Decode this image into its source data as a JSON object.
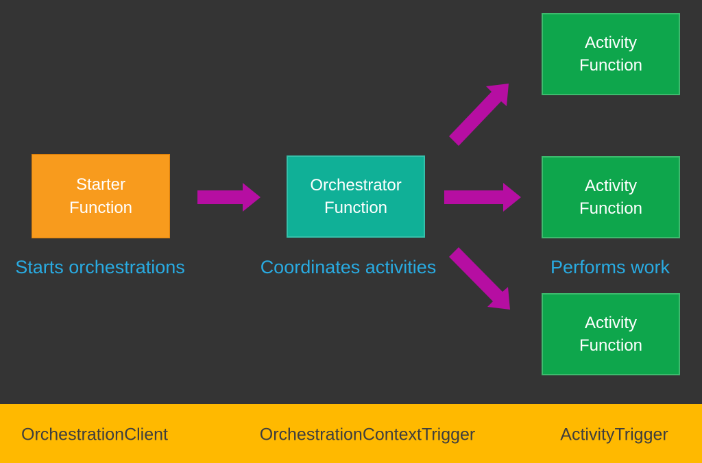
{
  "nodes": {
    "starter": {
      "label": "Starter\nFunction",
      "caption": "Starts orchestrations",
      "trigger": "OrchestrationClient"
    },
    "orchestrator": {
      "label": "Orchestrator\nFunction",
      "caption": "Coordinates activities",
      "trigger": "OrchestrationContextTrigger"
    },
    "activity": {
      "label": "Activity\nFunction",
      "caption": "Performs work",
      "trigger": "ActivityTrigger"
    }
  },
  "colors": {
    "background": "#343434",
    "box-text": "#ffffff",
    "starter-fill": "#f89b1d",
    "starter-border": "#e0820a",
    "orchestrator-fill": "#10b097",
    "orchestrator-border": "#35c0aa",
    "activity-fill": "#0ea64c",
    "activity-border": "#3fba6e",
    "arrow": "#b60ea2",
    "caption-text": "#29abe2",
    "bar-fill": "#ffb900",
    "bar-text": "#3e3e3e"
  }
}
